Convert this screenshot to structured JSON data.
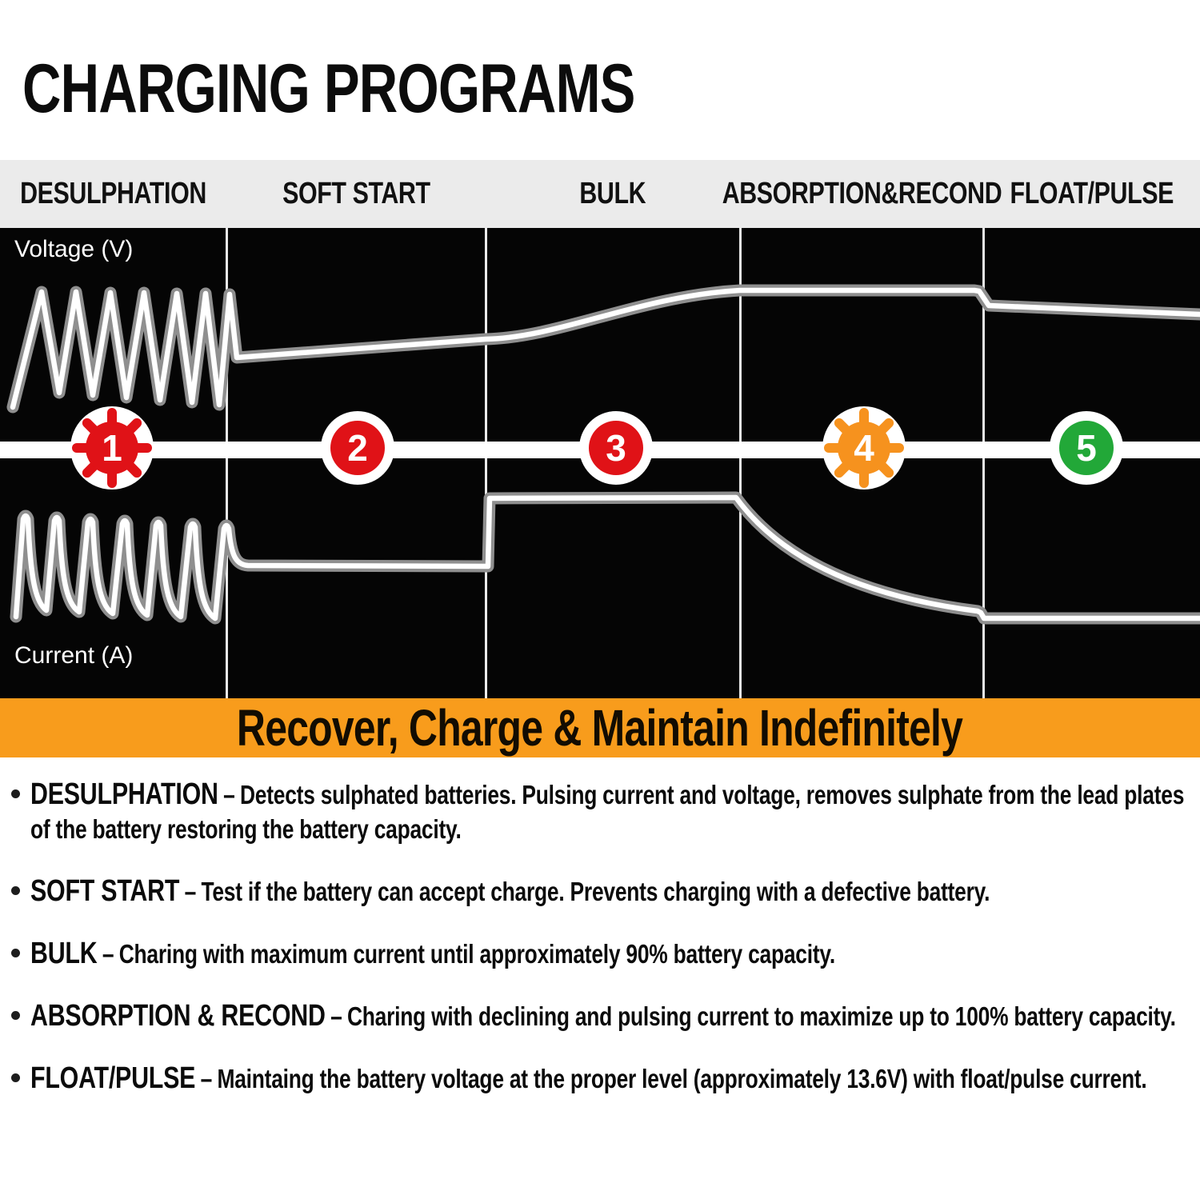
{
  "title": "CHARGING PROGRAMS",
  "header": {
    "phases": [
      "DESULPHATION",
      "SOFT START",
      "BULK",
      "ABSORPTION&RECOND",
      "FLOAT/PULSE"
    ]
  },
  "chart": {
    "voltage_axis_label": "Voltage (V)",
    "current_axis_label": "Current (A)",
    "steps": [
      {
        "number": "1",
        "badge_color": "#e01217",
        "badge_style": "gear"
      },
      {
        "number": "2",
        "badge_color": "#e01217",
        "badge_style": "plain"
      },
      {
        "number": "3",
        "badge_color": "#e01217",
        "badge_style": "plain"
      },
      {
        "number": "4",
        "badge_color": "#f6921e",
        "badge_style": "gear"
      },
      {
        "number": "5",
        "badge_color": "#22a838",
        "badge_style": "plain"
      }
    ],
    "waveforms": {
      "voltage_by_phase": [
        "pulsing sawtooth",
        "flat slight rise",
        "rising s-curve",
        "flat high",
        "step down then flat"
      ],
      "current_by_phase": [
        "pulsing spikes",
        "flat low",
        "flat high",
        "exponential decline",
        "flat low"
      ]
    }
  },
  "banner": {
    "text": "Recover, Charge & Maintain Indefinitely",
    "bg_color": "#f89c1c"
  },
  "bullets": [
    {
      "heading": "DESULPHATION",
      "dash": "–",
      "text": "Detects sulphated batteries. Pulsing current and voltage, removes sulphate from the lead plates of the battery restoring the battery capacity."
    },
    {
      "heading": "SOFT START",
      "dash": "–",
      "text": "Test if the battery can accept charge. Prevents charging with a defective battery."
    },
    {
      "heading": "BULK",
      "dash": "–",
      "text": "Charing with maximum current until approximately 90% battery capacity."
    },
    {
      "heading": "ABSORPTION & RECOND",
      "dash": "–",
      "text": "Charing with declining and pulsing current to maximize up to 100% battery capacity."
    },
    {
      "heading": "FLOAT/PULSE",
      "dash": "–",
      "text": "Maintaing the battery voltage at the proper level (approximately 13.6V) with float/pulse current."
    }
  ]
}
